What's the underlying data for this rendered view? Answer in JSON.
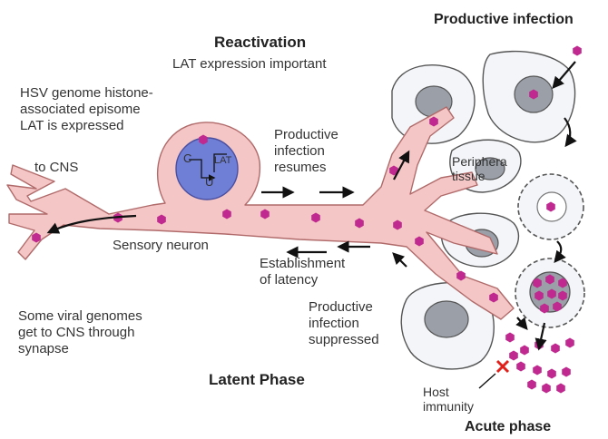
{
  "labels": {
    "productive_infection": "Productive infection",
    "reactivation": "Reactivation",
    "lat_important": "LAT expression important",
    "genome": "HSV genome histone-\nassociated episome\nLAT is expressed",
    "to_cns": "to CNS",
    "productive_resumes": "Productive\ninfection\nresumes",
    "peripheral_tissue": "Periphera\ntissue",
    "sensory_neuron": "Sensory neuron",
    "latency": "Establishment\nof latency",
    "some_viral": "Some viral genomes\nget to CNS through\nsynapse",
    "suppressed": "Productive\ninfection\nsuppressed",
    "latent_phase": "Latent Phase",
    "host_immunity": "Host\nimmunity",
    "acute_phase": "Acute phase",
    "nucleus_c": "C",
    "nucleus_lat": "LAT",
    "nucleus_u": "U"
  },
  "colors": {
    "neuron": "#f5c6c6",
    "neuron_edge": "#b06a6a",
    "virion": "#c0298f",
    "nucleus_neuron": "#6f7fd6",
    "cell_nucleus": "#9a9fa8",
    "cell_fill": "#f3f5f8",
    "arrow": "#111111",
    "block": "#e0201a"
  }
}
